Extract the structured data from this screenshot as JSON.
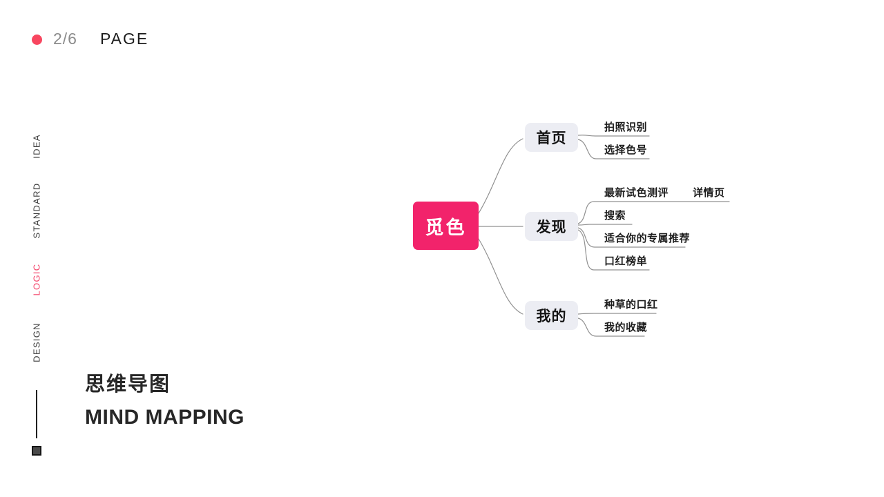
{
  "header": {
    "page_indicator": "2/6",
    "page_label": "PAGE"
  },
  "sidebar": {
    "items": [
      {
        "label": "IDEA",
        "active": false
      },
      {
        "label": "STANDARD",
        "active": false
      },
      {
        "label": "LOGIC",
        "active": true
      },
      {
        "label": "DESIGN",
        "active": false
      }
    ]
  },
  "mindmap": {
    "root": "觅色",
    "branches": [
      {
        "label": "首页",
        "children": [
          {
            "label": "拍照识别"
          },
          {
            "label": "选择色号"
          }
        ]
      },
      {
        "label": "发现",
        "children": [
          {
            "label": "最新试色测评",
            "children": [
              {
                "label": "详情页"
              }
            ]
          },
          {
            "label": "搜索"
          },
          {
            "label": "适合你的专属推荐"
          },
          {
            "label": "口红榜单"
          }
        ]
      },
      {
        "label": "我的",
        "children": [
          {
            "label": "种草的口红"
          },
          {
            "label": "我的收藏"
          }
        ]
      }
    ]
  },
  "footer": {
    "title_zh": "思维导图",
    "title_en": "MIND MAPPING"
  },
  "colors": {
    "accent_dot": "#f8465f",
    "logic_active": "#f4456b",
    "root_bg": "#f2236b",
    "branch_bg": "#ecedf3",
    "connector": "#909090",
    "text_dark": "#1c1c1c",
    "text_gray": "#8b8b8b"
  }
}
